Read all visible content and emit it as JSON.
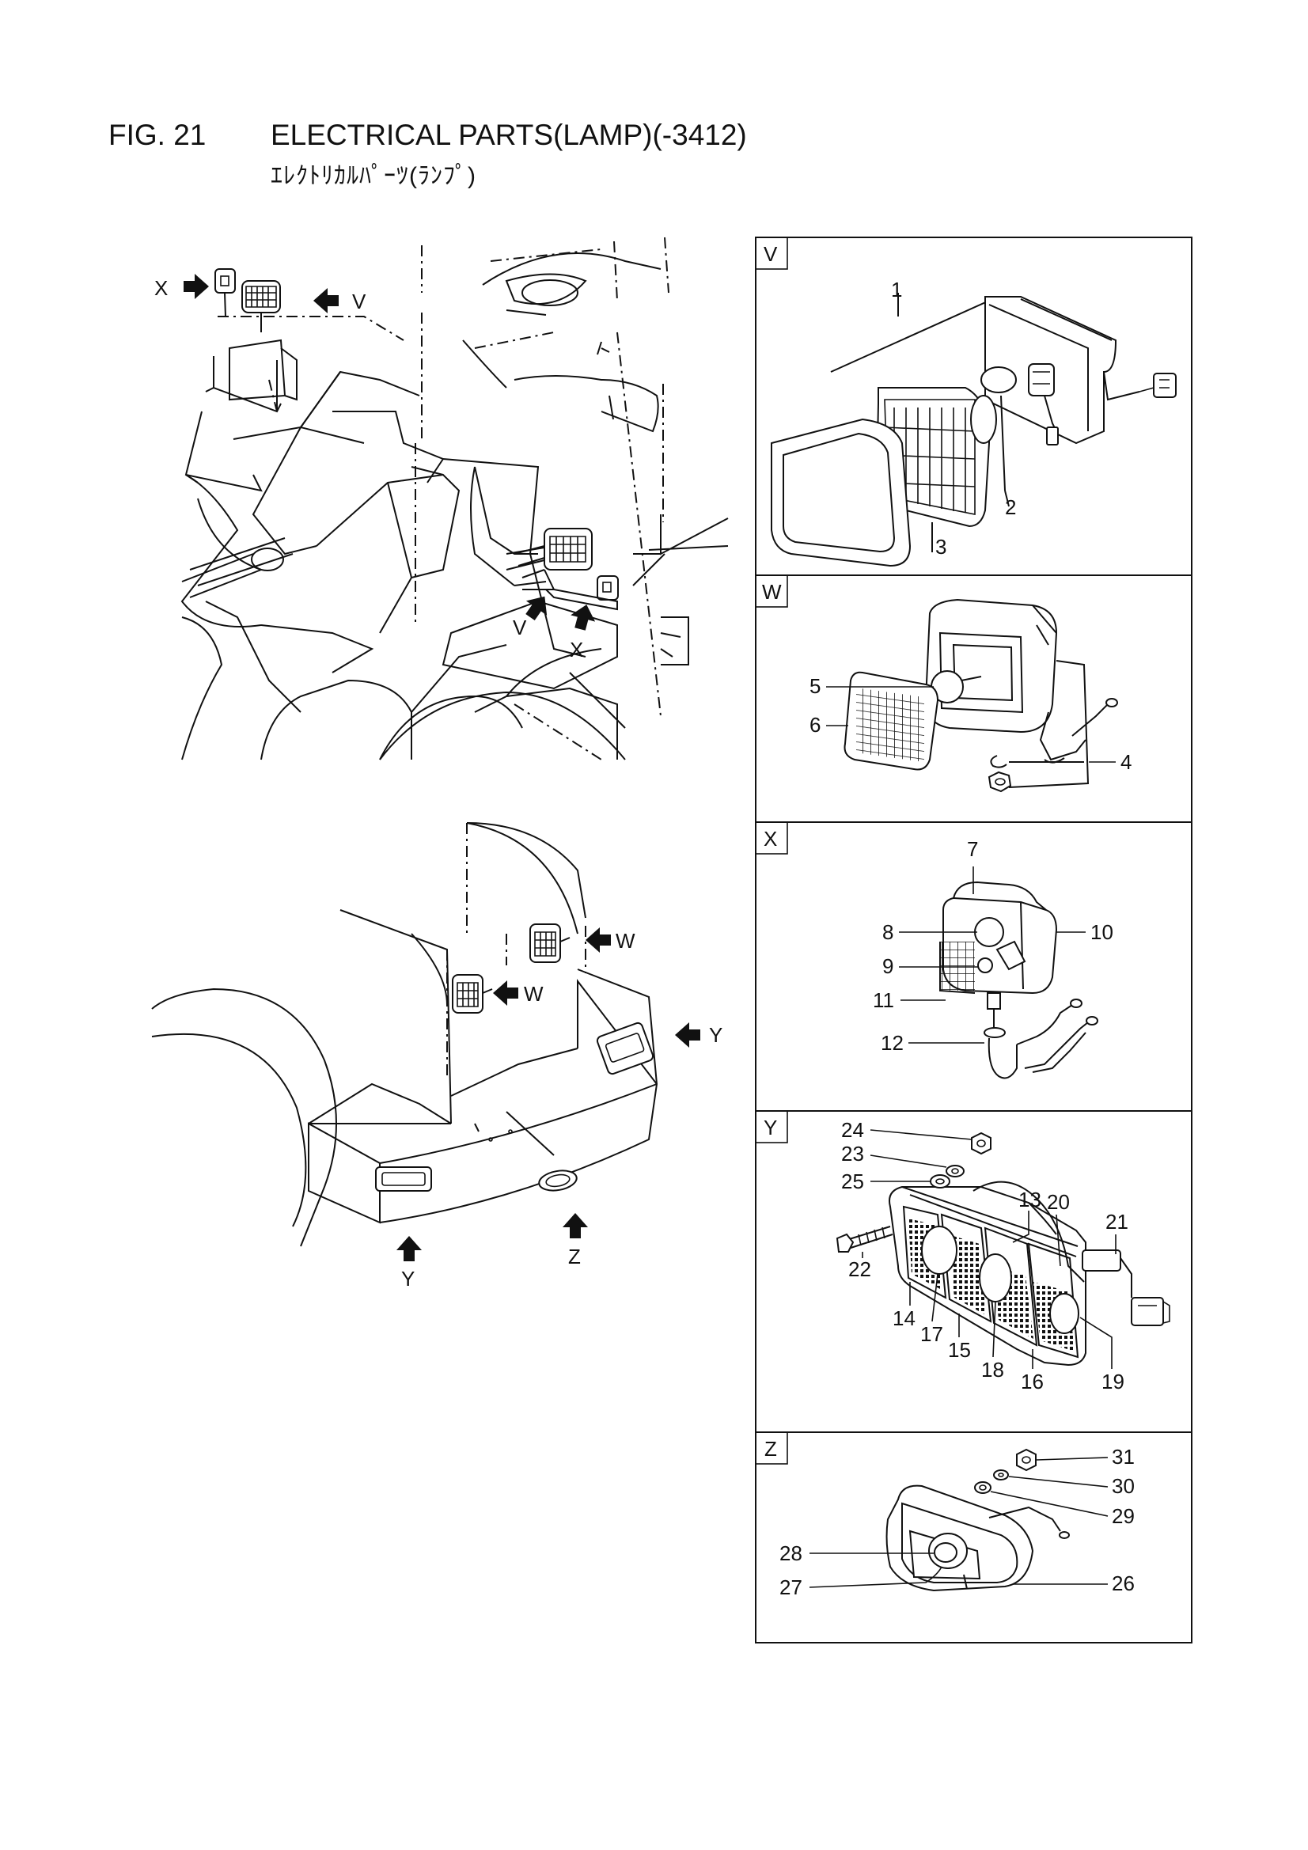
{
  "figure": {
    "number": "FIG. 21",
    "title": "ELECTRICAL PARTS(LAMP)(-3412)",
    "subtitle": "ｴﾚｸﾄﾘｶﾙﾊﾟｰﾂ(ﾗﾝﾌﾟ)"
  },
  "overview_callouts": {
    "top": [
      "X",
      "V",
      "V",
      "X"
    ],
    "bottom": [
      "W",
      "W",
      "Y",
      "Y",
      "Z"
    ]
  },
  "panels": [
    {
      "id": "V",
      "parts": [
        "1",
        "2",
        "3"
      ]
    },
    {
      "id": "W",
      "parts": [
        "4",
        "5",
        "6"
      ]
    },
    {
      "id": "X",
      "parts": [
        "7",
        "8",
        "9",
        "10",
        "11",
        "12"
      ]
    },
    {
      "id": "Y",
      "parts": [
        "13",
        "14",
        "15",
        "16",
        "17",
        "18",
        "19",
        "20",
        "21",
        "22",
        "23",
        "24",
        "25"
      ]
    },
    {
      "id": "Z",
      "parts": [
        "26",
        "27",
        "28",
        "29",
        "30",
        "31"
      ]
    }
  ]
}
